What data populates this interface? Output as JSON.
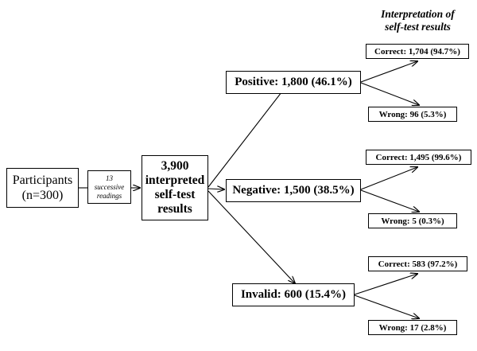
{
  "title": {
    "line1": "Interpretation of",
    "line2": "self-test results"
  },
  "participants": {
    "line1": "Participants",
    "line2": "(n=300)"
  },
  "readings": {
    "line1": "13",
    "line2": "successive",
    "line3": "readings"
  },
  "results": {
    "line1": "3,900",
    "line2": "interpreted",
    "line3": "self-test",
    "line4": "results"
  },
  "categories": [
    {
      "label": "Positive: 1,800 (46.1%)",
      "correct": "Correct: 1,704 (94.7%)",
      "wrong": "Wrong: 96 (5.3%)"
    },
    {
      "label": "Negative: 1,500 (38.5%)",
      "correct": "Correct: 1,495 (99.6%)",
      "wrong": "Wrong: 5 (0.3%)"
    },
    {
      "label": "Invalid: 600 (15.4%)",
      "correct": "Correct: 583 (97.2%)",
      "wrong": "Wrong: 17 (2.8%)"
    }
  ]
}
